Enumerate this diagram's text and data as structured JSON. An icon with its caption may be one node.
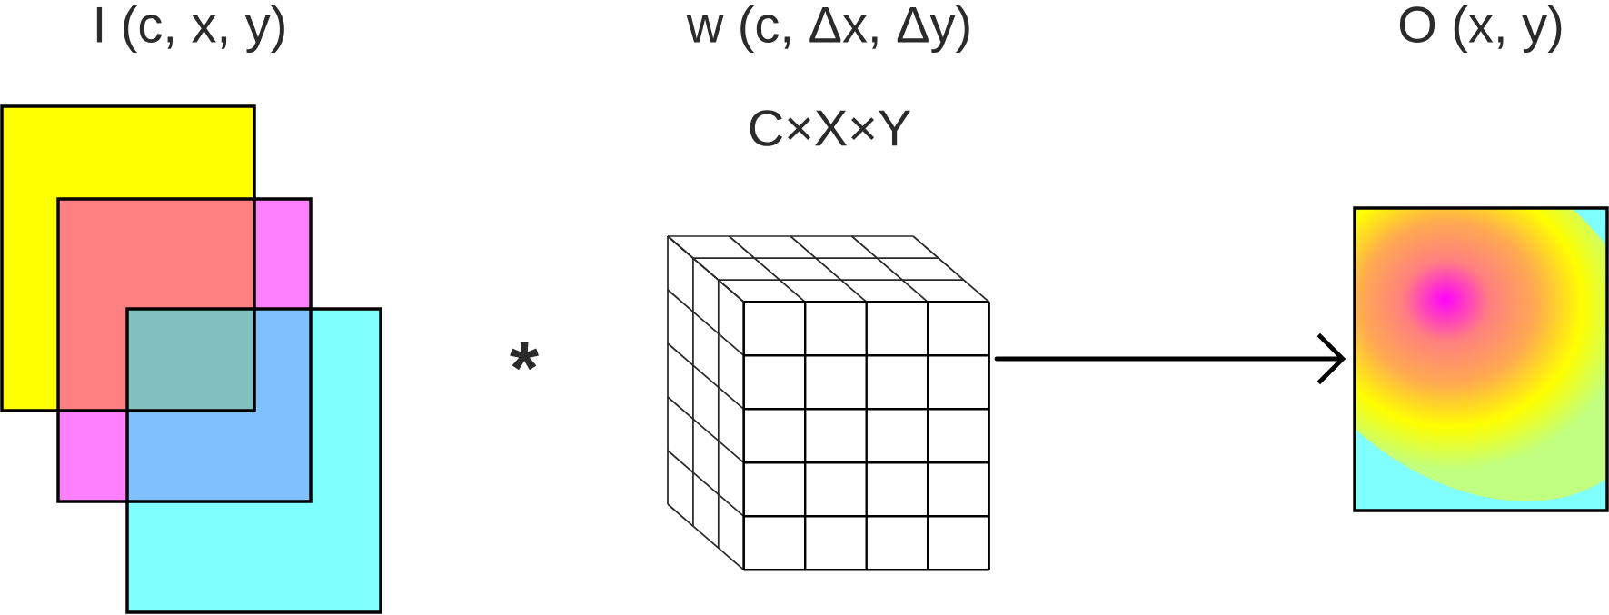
{
  "diagram": {
    "nodes": [
      {
        "text": [
          "I (c, x, y)"
        ]
      },
      {
        "text": [
          "w (c, Δx, Δy)",
          "C×X×Y"
        ]
      },
      {
        "text": [
          "O (x, y)"
        ]
      }
    ],
    "edges": [
      {
        "from": 1,
        "to": 2,
        "arrow": "to"
      }
    ],
    "labels": [
      "*"
    ]
  }
}
